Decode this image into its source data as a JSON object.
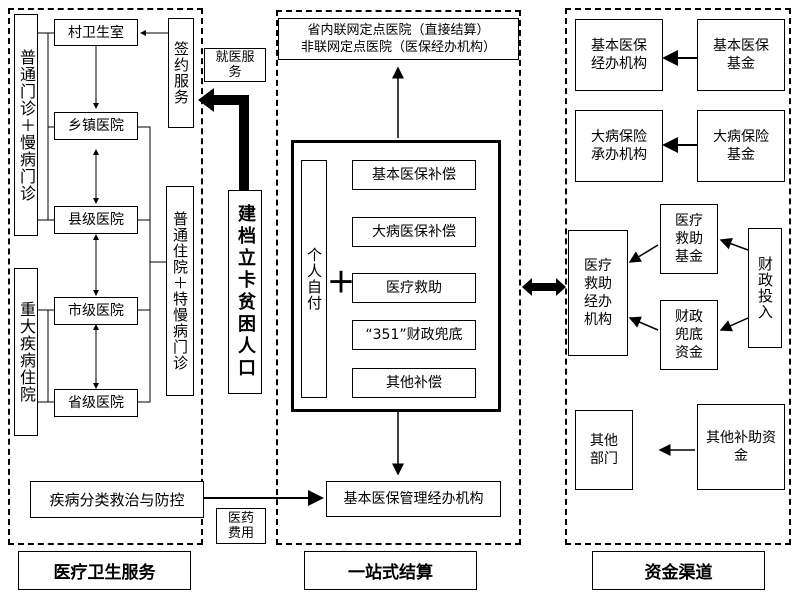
{
  "left_column": {
    "title": "医疗卫生服务",
    "outpatient_label": "普通门诊＋慢病门诊",
    "inpatient_label": "重大疾病住院",
    "hospitals": [
      "村卫生室",
      "乡镇医院",
      "县级医院",
      "市级医院",
      "省级医院"
    ],
    "contract_service": "签约服务",
    "general_inpatient": "普通住院＋特慢病门诊",
    "prevention": "疾病分类救治与防控",
    "medical_service_tag": "就医服务",
    "drug_cost_tag": "医药费用",
    "poor_population": "建档立卡贫困人口"
  },
  "middle_column": {
    "title": "一站式结算",
    "hospitals_top": [
      "省内联网定点医院（直接结算）",
      "非联网定点医院（医保经办机构）"
    ],
    "self_pay": "个人自付",
    "plus": "＋",
    "items": [
      "基本医保补偿",
      "大病医保补偿",
      "医疗救助",
      "“351”财政兜底",
      "其他补偿"
    ],
    "agency": "基本医保管理经办机构"
  },
  "right_column": {
    "title": "资金渠道",
    "basic_agency": "基本医保经办机构",
    "basic_fund": "基本医保基金",
    "serious_agency": "大病保险承办机构",
    "serious_fund": "大病保险基金",
    "aid_agency": "医疗救助经办机构",
    "aid_fund": "医疗救助基金",
    "fiscal_fallback": "财政兜底资金",
    "fiscal_input": "财政投入",
    "other_dept": "其他部门",
    "other_fund": "其他补助资金"
  }
}
